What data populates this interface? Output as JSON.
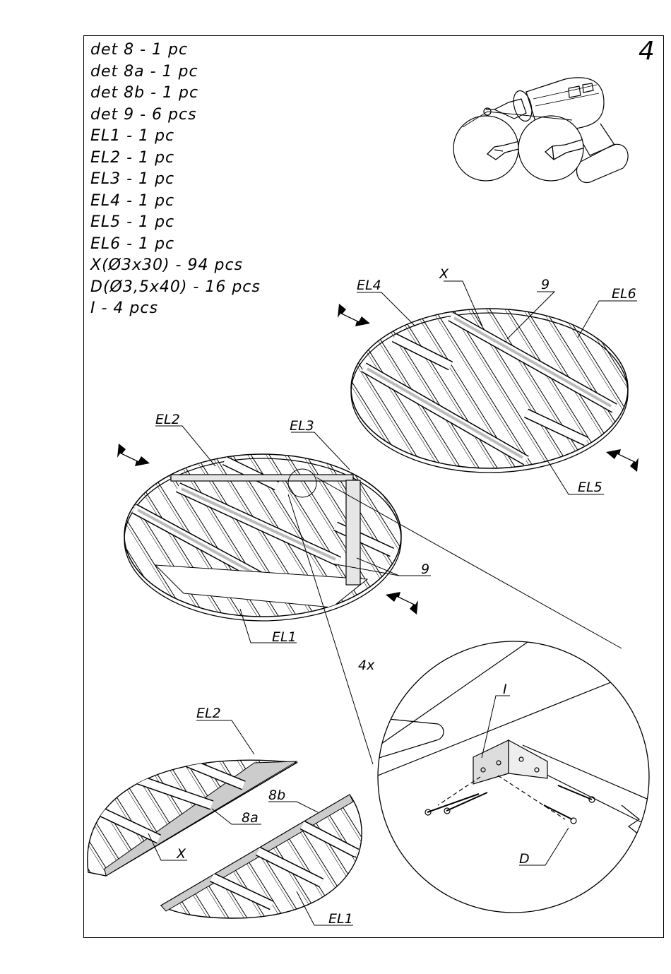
{
  "step_number": "4",
  "parts_list": [
    "det 8 - 1 pc",
    "det 8a - 1 pc",
    "det 8b - 1 pc",
    "det 9 - 6 pcs",
    "EL1 - 1 pc",
    "EL2 - 1 pc",
    "EL3 - 1 pc",
    "EL4 - 1 pc",
    "EL5 - 1 pc",
    "EL6 - 1 pc",
    "X(Ø3x30) - 94 pcs",
    "D(Ø3,5x40) - 16 pcs",
    "I - 4 pcs"
  ],
  "labels": {
    "x_top": "X",
    "nine_top": "9",
    "el4": "EL4",
    "el6": "EL6",
    "el5": "EL5",
    "el2_mid": "EL2",
    "el3": "EL3",
    "nine_mid": "9",
    "el1_mid": "EL1",
    "multiplier": "4x",
    "i_bracket": "I",
    "d_screw": "D",
    "el2_bottom": "EL2",
    "eight_b": "8b",
    "eight_a": "8a",
    "x_bottom": "X",
    "el1_bottom": "EL1"
  },
  "icons": [
    "drill-icon",
    "drill-bit-icon",
    "screwdriver-bit-icon"
  ]
}
